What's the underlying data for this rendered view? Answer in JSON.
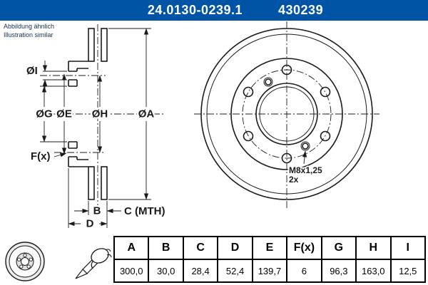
{
  "header": {
    "part_number": "24.0130-0239.1",
    "ref_number": "430239"
  },
  "note": {
    "line1": "Abbildung ähnlich",
    "line2": "Illustration similar"
  },
  "colors": {
    "header_bg": "#0054a6",
    "line": "#1a1a1a"
  },
  "drawing": {
    "labels": {
      "dia_i": "ØI",
      "dia_g": "ØG",
      "dia_e": "ØE",
      "dia_h": "ØH",
      "dia_a": "ØA",
      "f": "F(x)",
      "b": "B",
      "c_mth": "C (MTH)",
      "d": "D",
      "thread": "M8x1,25",
      "thread_count": "2x"
    }
  },
  "table": {
    "headers": [
      "A",
      "B",
      "C",
      "D",
      "E",
      "F(x)",
      "G",
      "H",
      "I"
    ],
    "values": [
      "300,0",
      "30,0",
      "28,4",
      "52,4",
      "139,7",
      "6",
      "96,3",
      "163,0",
      "12,5"
    ]
  }
}
